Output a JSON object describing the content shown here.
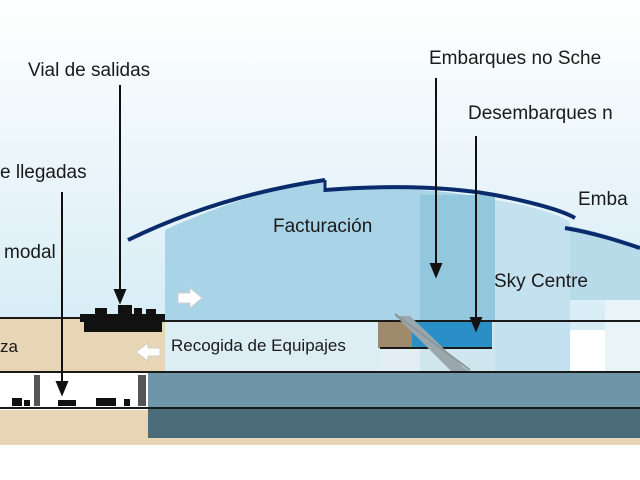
{
  "labels": {
    "vial_salidas": "Vial de salidas",
    "vial_llegadas": "e llegadas",
    "intermodal": "modal",
    "plaza": "za",
    "facturacion": "Facturación",
    "recogida": "Recogida de Equipajes",
    "embarques_no_schengen": "Embarques no Sche",
    "desembarques": "Desembarques n",
    "sky_centre": "Sky Centre",
    "embarques": "Emba"
  },
  "colors": {
    "sky": "#dbeef6",
    "hall": "#a7d3e6",
    "hall_light": "#bfe0ee",
    "pier": "#cfe6ef",
    "roof": "#0a2b6b",
    "ground_sand": "#e8d6b8",
    "basement": "#7b9fb0",
    "basement_dark": "#4f7180",
    "arrow_fill": "#ffffff"
  },
  "icons": [
    "arrow-right-icon",
    "arrow-left-icon",
    "vehicle-icon",
    "escalator-icon"
  ]
}
